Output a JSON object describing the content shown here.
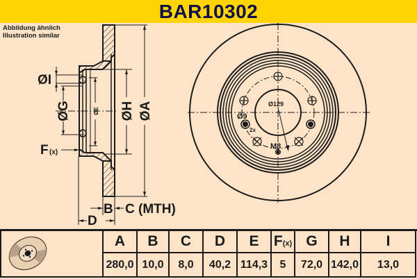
{
  "header": {
    "title": "BAR10302",
    "background_color": "#ffd400",
    "text_color": "#10104a"
  },
  "note": {
    "line1": "Abbildung ähnlich",
    "line2": "Illustration similar"
  },
  "drawing": {
    "side_view": {
      "labels": {
        "I": "ØI",
        "G": "ØG",
        "E": "ØE",
        "H": "ØH",
        "A": "ØA",
        "F": "F",
        "F_sub": "(x)",
        "B": "B",
        "C": "C (MTH)",
        "D": "D"
      }
    },
    "front_view": {
      "labels": {
        "bolt_circle": "Ø129",
        "hole_diameter": "Ø9",
        "hole_count": "2x",
        "thread": "M8"
      }
    }
  },
  "table": {
    "headers": [
      "A",
      "B",
      "C",
      "D",
      "E",
      "F",
      "G",
      "H",
      "I"
    ],
    "f_sub": "(x)",
    "values": [
      "280,0",
      "10,0",
      "8,0",
      "40,2",
      "114,3",
      "5",
      "72,0",
      "142,0",
      "13,0"
    ]
  },
  "colors": {
    "background": "#fde4c8",
    "line": "#1a1a1a"
  }
}
